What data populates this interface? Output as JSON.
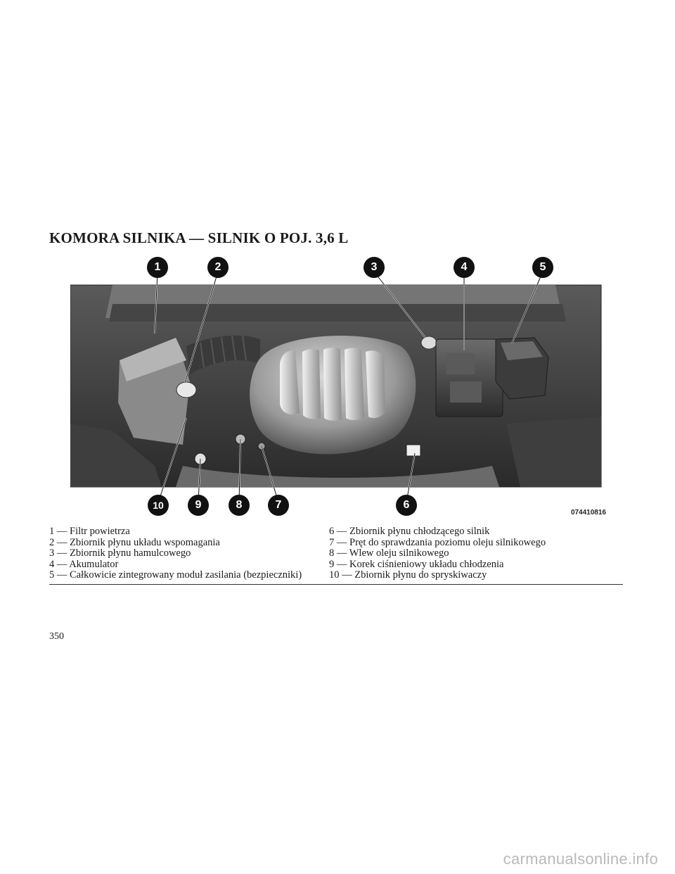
{
  "page": {
    "title": "KOMORA SILNIKA — SILNIK O POJ. 3,6 L",
    "page_number": "350",
    "watermark": "carmanualsonline.info"
  },
  "figure": {
    "code": "074410816",
    "callouts": [
      "1",
      "2",
      "3",
      "4",
      "5",
      "6",
      "7",
      "8",
      "9",
      "10"
    ]
  },
  "legend": {
    "left": [
      "1 — Filtr powietrza",
      "2 — Zbiornik płynu układu wspomagania",
      "3 — Zbiornik płynu hamulcowego",
      "4 — Akumulator",
      "5 — Całkowicie zintegrowany moduł zasilania (bezpieczniki)"
    ],
    "right": [
      "6 — Zbiornik płynu chłodzącego silnik",
      "7 — Pręt do sprawdzania poziomu oleju silnikowego",
      "8 — Wlew oleju silnikowego",
      "9 — Korek ciśnieniowy układu chłodzenia",
      "10 — Zbiornik płynu do spryskiwaczy"
    ]
  }
}
